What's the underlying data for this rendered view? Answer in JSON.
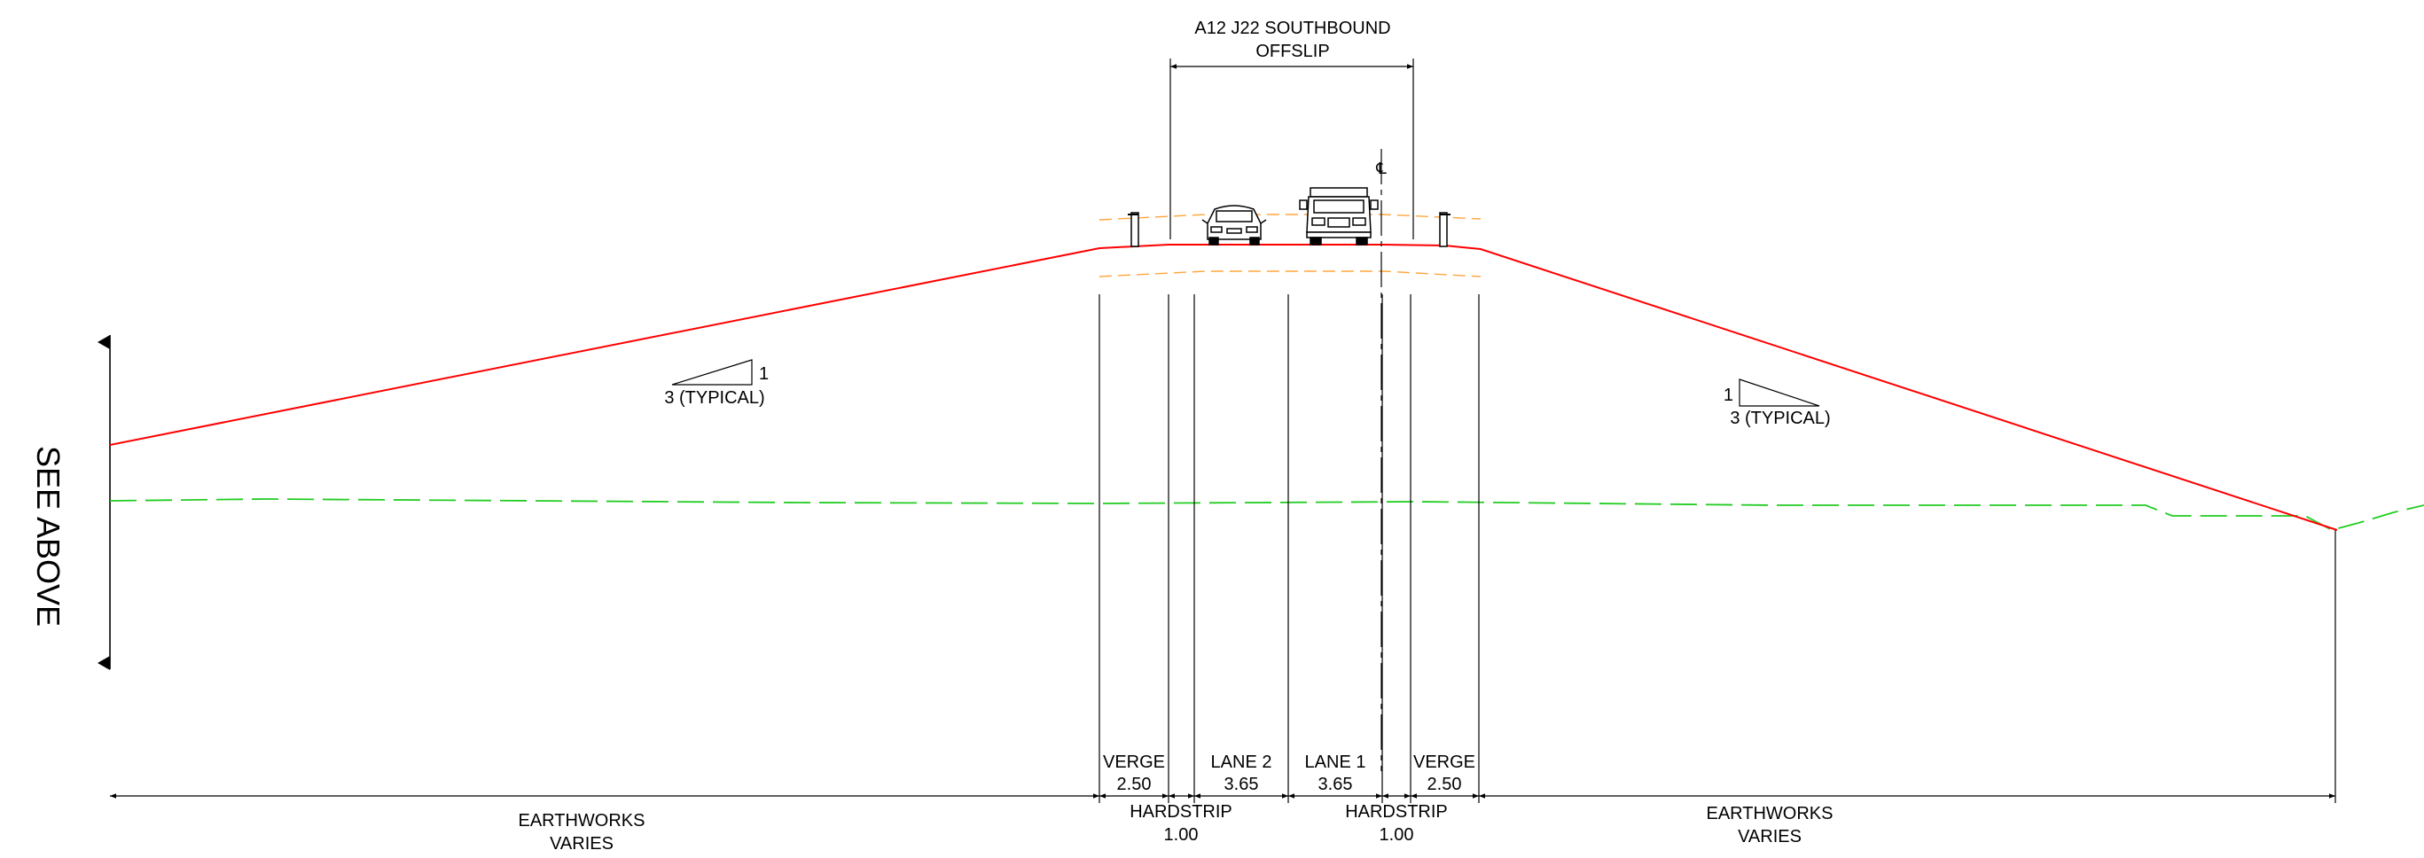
{
  "title": {
    "line1": "A12 J22 SOUTHBOUND",
    "line2": "OFFSLIP"
  },
  "side_label": "SEE ABOVE",
  "centreline_symbol": "℄",
  "slope_left": {
    "rise": "1",
    "run": "3 (TYPICAL)"
  },
  "slope_right": {
    "rise": "1",
    "run": "3 (TYPICAL)"
  },
  "dimensions": {
    "earthworks_left": {
      "label": "EARTHWORKS",
      "value": "VARIES"
    },
    "verge_left": {
      "label": "VERGE",
      "value": "2.50"
    },
    "hardstrip_left": {
      "label": "HARDSTRIP",
      "value": "1.00"
    },
    "lane2": {
      "label": "LANE 2",
      "value": "3.65"
    },
    "lane1": {
      "label": "LANE 1",
      "value": "3.65"
    },
    "hardstrip_right": {
      "label": "HARDSTRIP",
      "value": "1.00"
    },
    "verge_right": {
      "label": "VERGE",
      "value": "2.50"
    },
    "earthworks_right": {
      "label": "EARTHWORKS",
      "value": "VARIES"
    }
  },
  "colors": {
    "embankment": "#ff0000",
    "existing_ground": "#22cc22",
    "pavement_layers": "#ffa53c",
    "linework": "#000000"
  },
  "icons": [
    "car-icon",
    "van-icon",
    "safety-barrier-icon",
    "section-arrow-icon"
  ]
}
